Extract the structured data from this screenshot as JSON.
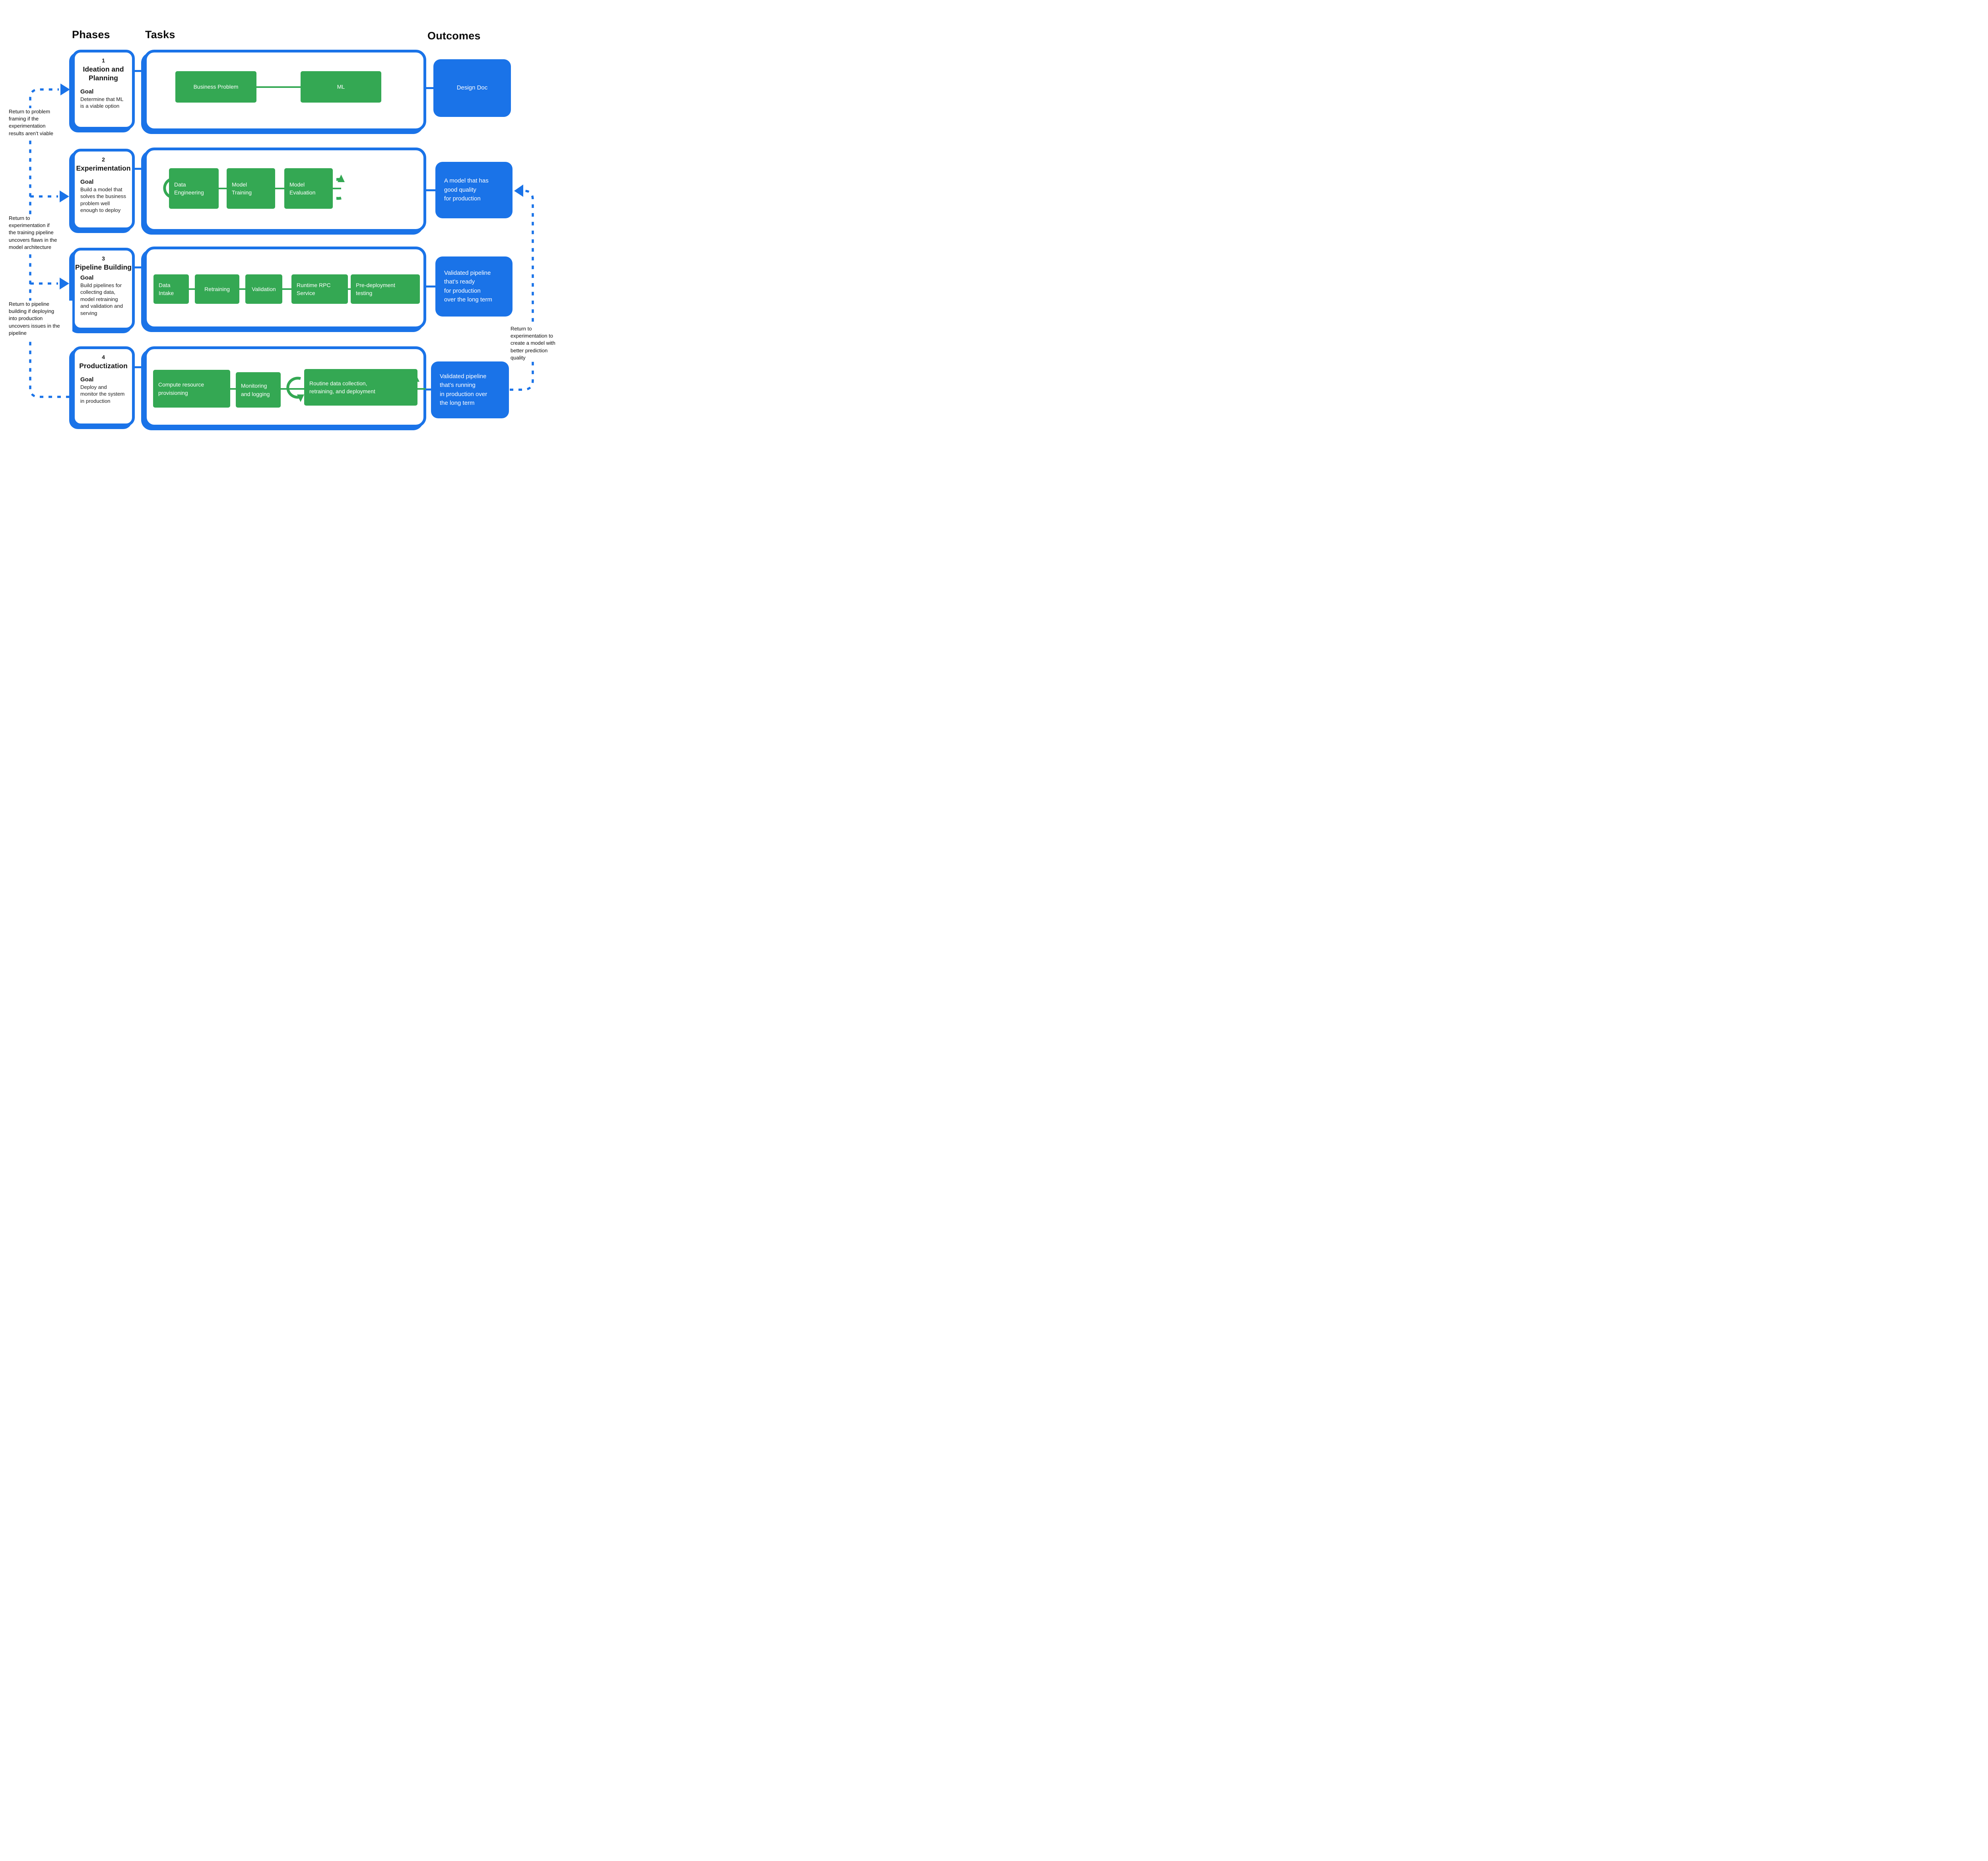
{
  "colors": {
    "blue": "#1a73e8",
    "green": "#34a853"
  },
  "headers": {
    "phases": "Phases",
    "tasks": "Tasks",
    "outcomes": "Outcomes"
  },
  "left_notes": [
    {
      "text": "Return to problem\nframing if the\nexperimentation\nresults aren’t viable"
    },
    {
      "text": "Return to\nexperimentation if\nthe training pipeline\nuncovers flaws in the\nmodel architecture"
    },
    {
      "text": "Return to pipeline\nbuilding if deploying\ninto production\nuncovers issues in the\npipeline"
    }
  ],
  "right_note": {
    "text": "Return to\nexperimentation to\ncreate a model with\nbetter prediction\nquality"
  },
  "phases": [
    {
      "number": "1",
      "title": "Ideation and\nPlanning",
      "goal_label": "Goal",
      "goal": "Determine that ML\nis a viable option",
      "tasks": [
        {
          "label": "Business Problem"
        },
        {
          "label": "ML"
        }
      ],
      "outcome": "Design Doc"
    },
    {
      "number": "2",
      "title": "Experimentation",
      "goal_label": "Goal",
      "goal": "Build a model that\nsolves the business\nproblem well\nenough to deploy",
      "tasks": [
        {
          "label": "Data\nEngineering"
        },
        {
          "label": "Model\nTraining"
        },
        {
          "label": "Model\nEvaluation"
        }
      ],
      "outcome": "A model that has\ngood quality\nfor production"
    },
    {
      "number": "3",
      "title": "Pipeline Building",
      "goal_label": "Goal",
      "goal": "Build pipelines for\ncollecting data,\nmodel retraining\nand validation and\nserving",
      "tasks": [
        {
          "label": "Data\nIntake"
        },
        {
          "label": "Retraining"
        },
        {
          "label": "Validation"
        },
        {
          "label": "Runtime RPC\nService"
        },
        {
          "label": "Pre-deployment\ntesting"
        }
      ],
      "outcome": "Validated pipeline\nthat’s ready\nfor production\nover the long term"
    },
    {
      "number": "4",
      "title": "Productization",
      "goal_label": "Goal",
      "goal": "Deploy and\nmonitor the system\nin production",
      "tasks": [
        {
          "label": "Compute resource\nprovisioning"
        },
        {
          "label": "Monitoring\nand logging"
        },
        {
          "label": "Routine data collection,\nretraining, and deployment"
        }
      ],
      "outcome": "Validated pipeline\nthat’s running\nin production over\nthe long term"
    }
  ]
}
